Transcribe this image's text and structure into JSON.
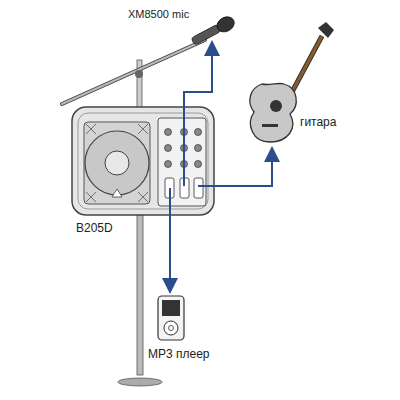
{
  "diagram": {
    "labels": [
      "XM8500 mic",
      "гитара",
      "B205D",
      "MP3 плеер"
    ]
  }
}
